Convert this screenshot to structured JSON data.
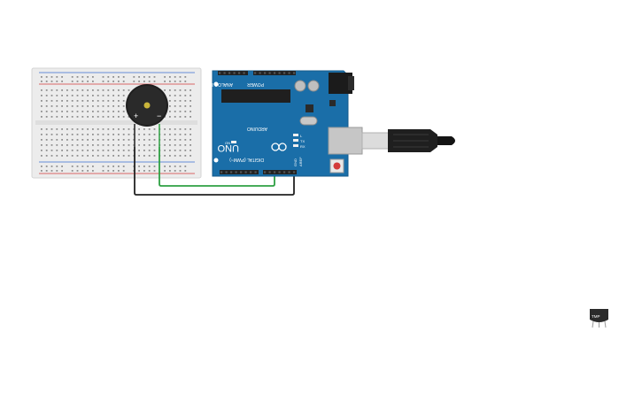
{
  "circuit": {
    "components": [
      {
        "name": "breadboard"
      },
      {
        "name": "piezo-buzzer"
      },
      {
        "name": "arduino-uno"
      },
      {
        "name": "usb-cable"
      },
      {
        "name": "temperature-sensor"
      }
    ],
    "arduino": {
      "model_label": "UNO",
      "brand_label": "ARDUINO",
      "digital_label": "DIGITAL (PWM~)",
      "analog_label": "ANALOG IN",
      "power_label": "POWER",
      "tx_label": "TX",
      "rx_label": "RX",
      "l_label": "L",
      "on_label": "ON",
      "aref_label": "AREF",
      "gnd_label": "GND"
    },
    "buzzer": {
      "plus_label": "+",
      "minus_label": "−"
    },
    "sensor": {
      "label": "TMP"
    },
    "wires": [
      {
        "name": "wire-green",
        "color": "#2ea043"
      },
      {
        "name": "wire-black",
        "color": "#222222"
      }
    ],
    "colors": {
      "board_blue": "#1a6ea8",
      "breadboard": "#ececec",
      "rail_red": "#d33a3a",
      "rail_blue": "#3a6fd3"
    }
  }
}
